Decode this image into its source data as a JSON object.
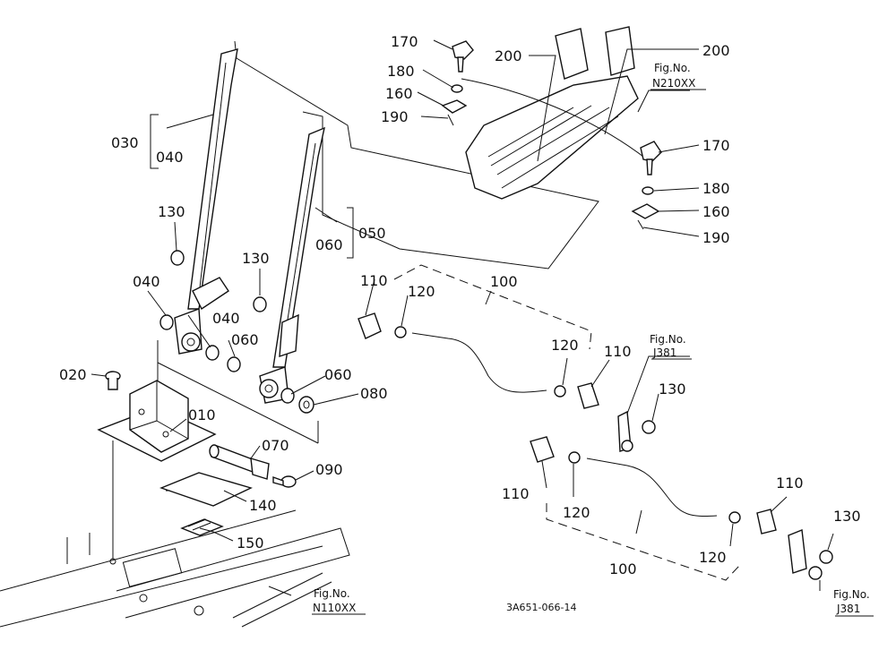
{
  "diagram": {
    "drawing_code": "3A651-066-14",
    "figure_refs": [
      {
        "line1": "Fig.No.",
        "line2": "N210XX"
      },
      {
        "line1": "Fig.No.",
        "line2": "J381"
      },
      {
        "line1": "Fig.No.",
        "line2": "J381"
      },
      {
        "line1": "Fig.No.",
        "line2": "N110XX"
      }
    ],
    "callouts": [
      "170",
      "180",
      "160",
      "190",
      "200",
      "200",
      "170",
      "180",
      "160",
      "190",
      "030",
      "040",
      "130",
      "050",
      "060",
      "040",
      "130",
      "040",
      "060",
      "110",
      "120",
      "100",
      "120",
      "110",
      "130",
      "020",
      "010",
      "060",
      "080",
      "070",
      "090",
      "140",
      "150",
      "110",
      "120",
      "100",
      "120",
      "110",
      "130"
    ]
  }
}
